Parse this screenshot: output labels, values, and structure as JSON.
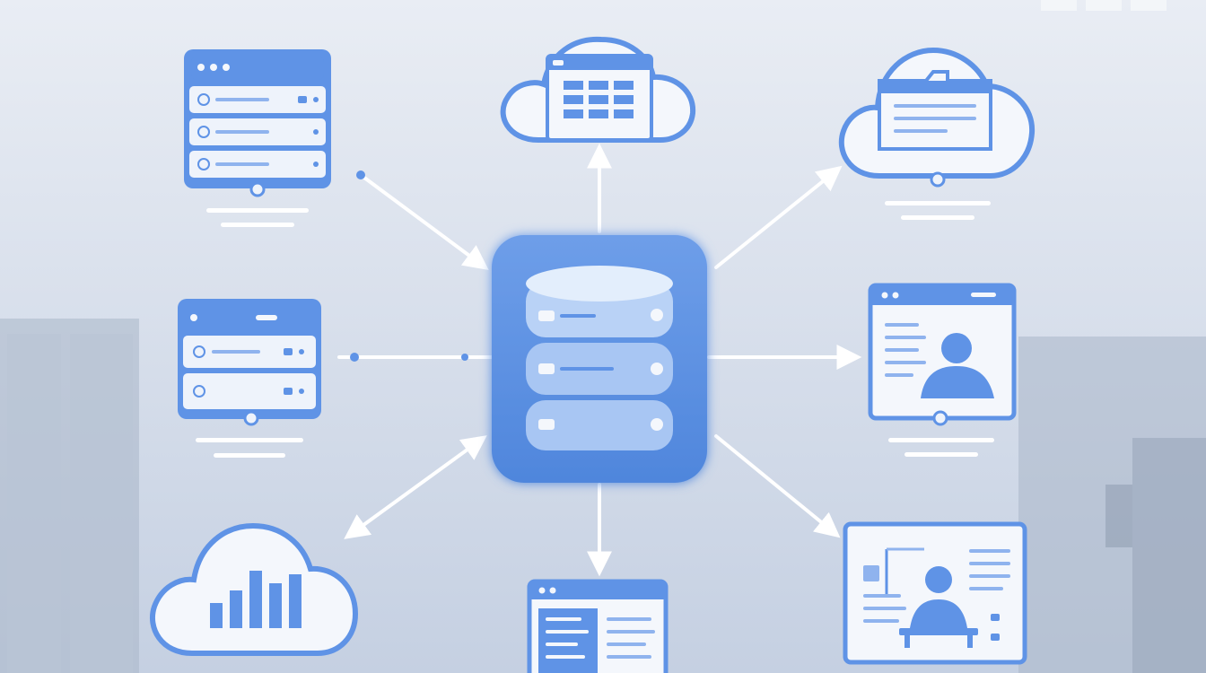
{
  "colors": {
    "background_top": "#e9edf4",
    "background_bottom": "#c5d0e2",
    "accent": "#5f93e6",
    "accent_dark": "#4a7fd8",
    "accent_light": "#aecbf3",
    "panel": "#f4f7fc",
    "line": "#ffffff"
  },
  "diagram": {
    "type": "hub-and-spoke",
    "hub": {
      "name": "database",
      "icon": "database-icon",
      "layers": 3
    },
    "nodes": [
      {
        "name": "server-rack-top-left",
        "icon": "server-rack-icon",
        "rows": 3
      },
      {
        "name": "cloud-table-top",
        "icon": "cloud-table-icon"
      },
      {
        "name": "cloud-folder-top-right",
        "icon": "cloud-folder-icon"
      },
      {
        "name": "server-rack-mid-left",
        "icon": "server-rack-icon",
        "rows": 2
      },
      {
        "name": "user-profile-mid-right",
        "icon": "user-profile-icon"
      },
      {
        "name": "cloud-bar-chart-bottom-left",
        "icon": "cloud-chart-icon"
      },
      {
        "name": "list-window-bottom",
        "icon": "list-window-icon"
      },
      {
        "name": "presentation-bottom-right",
        "icon": "presentation-icon"
      }
    ],
    "connections": [
      {
        "from": "server-rack-top-left",
        "to": "database",
        "arrow_at": "end"
      },
      {
        "from": "database",
        "to": "cloud-table-top",
        "arrow_at": "end"
      },
      {
        "from": "database",
        "to": "cloud-folder-top-right",
        "arrow_at": "end"
      },
      {
        "from": "server-rack-mid-left",
        "to": "database",
        "arrow_at": "none"
      },
      {
        "from": "database",
        "to": "user-profile-mid-right",
        "arrow_at": "end"
      },
      {
        "from": "database",
        "to": "cloud-bar-chart-bottom-left",
        "arrow_at": "both"
      },
      {
        "from": "database",
        "to": "list-window-bottom",
        "arrow_at": "end"
      },
      {
        "from": "database",
        "to": "presentation-bottom-right",
        "arrow_at": "end"
      }
    ]
  }
}
